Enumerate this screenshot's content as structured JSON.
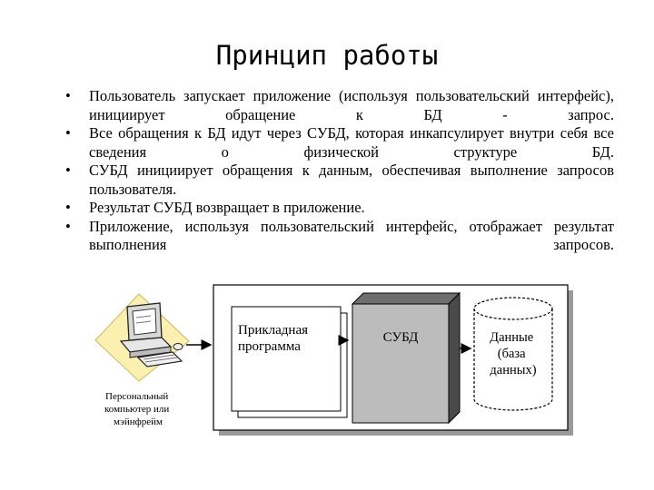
{
  "title": "Принцип работы",
  "bullets": [
    "Пользователь запускает приложение (используя пользовательский интерфейс), инициирует обращение к БД - запрос.",
    "Все обращения к БД идут через СУБД, которая инкапсулирует внутри себя все сведения о физической структуре БД.",
    "СУБД инициирует обращения к данным, обеспечивая выполнение запросов пользователя.",
    "Результат СУБД возвращает в приложение.",
    "Приложение, используя пользовательский интерфейс, отображает результат выполнения запросов."
  ],
  "diagram": {
    "computer_caption": [
      "Персональный",
      "компьютер или",
      "мэйнфрейм"
    ],
    "app_label": [
      "Прикладная",
      "программа"
    ],
    "dbms_label": "СУБД",
    "data_label": [
      "Данные",
      "(база",
      "данных)"
    ]
  }
}
